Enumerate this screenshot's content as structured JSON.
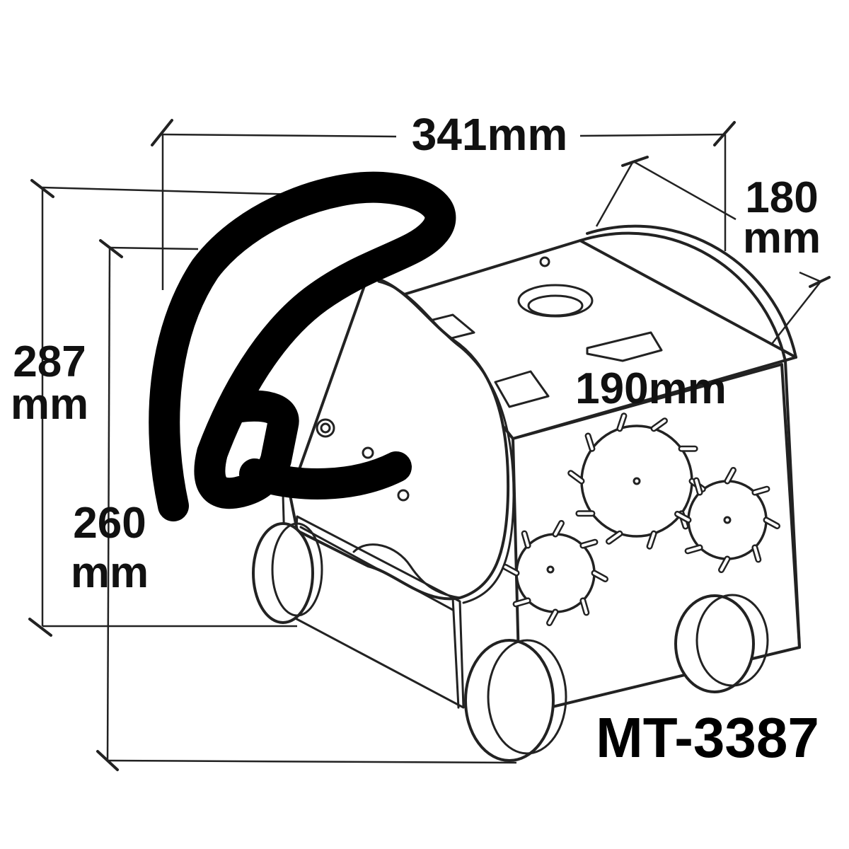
{
  "dimensions": {
    "width": "341mm",
    "depth": "180",
    "depth_unit": "mm",
    "inner_depth": "190mm",
    "height_total": "287",
    "height_total_unit": "mm",
    "height_body": "260",
    "height_body_unit": "mm"
  },
  "model": "MT-3387"
}
